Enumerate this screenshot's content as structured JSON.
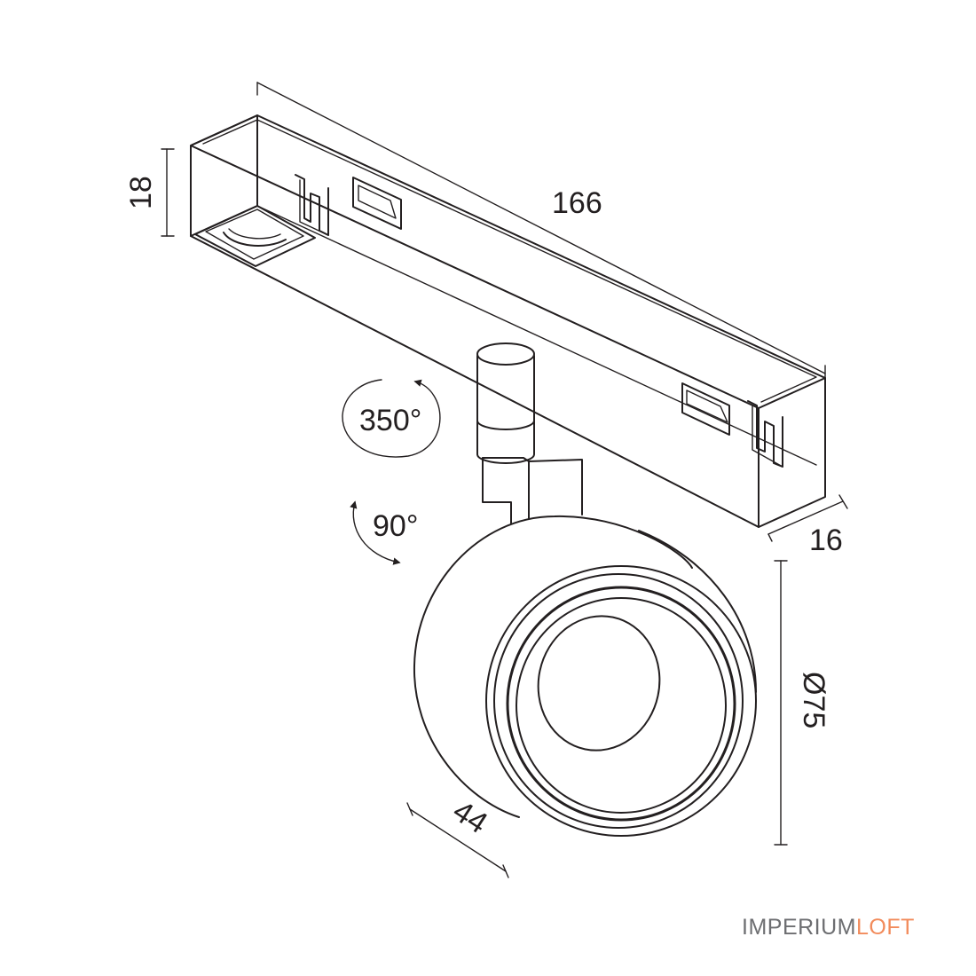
{
  "dimensions": {
    "length": "166",
    "height": "18",
    "width": "16",
    "diameter": "Ø75",
    "depth": "44"
  },
  "angles": {
    "rotation": "350°",
    "tilt": "90°"
  },
  "brand": {
    "part1": "IMPERIUM",
    "part2": "LOFT",
    "color1": "#6d6e71",
    "color2": "#f28b5b"
  }
}
